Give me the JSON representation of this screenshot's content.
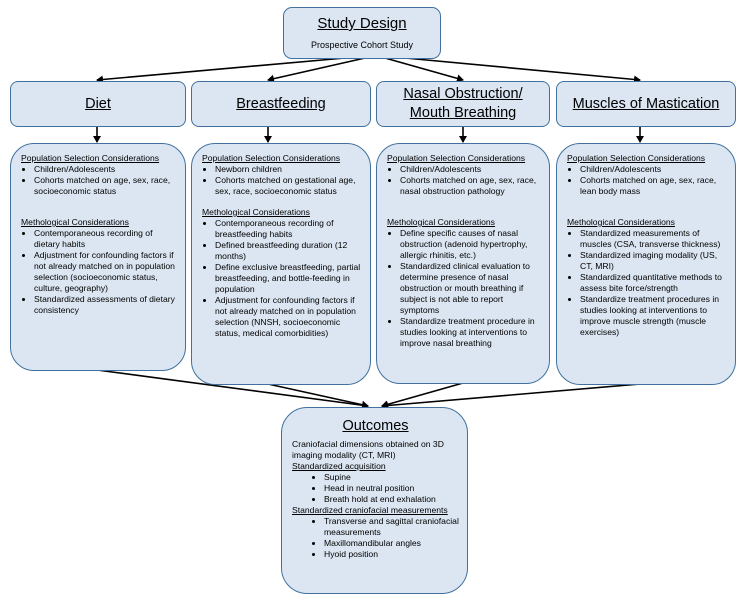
{
  "study_design": {
    "title": "Study Design",
    "subtitle": "Prospective Cohort  Study"
  },
  "headers": {
    "diet": "Diet",
    "breastfeeding": "Breastfeeding",
    "nasal": "Nasal Obstruction/\nMouth Breathing",
    "muscles": "Muscles of Mastication"
  },
  "diet": {
    "pop_title": "Population Selection Considerations",
    "pop_items": [
      "Children/Adolescents",
      "Cohorts matched on age, sex, race, socioeconomic status"
    ],
    "meth_title": "Methological Considerations",
    "meth_items": [
      "Contemporaneous recording of dietary habits",
      "Adjustment for confounding factors if not already matched on in population selection (socioeconomic status, culture, geography)",
      "Standardized assessments of dietary consistency"
    ]
  },
  "breastfeeding": {
    "pop_title": "Population Selection Considerations",
    "pop_items": [
      "Newborn children",
      "Cohorts matched on gestational age, sex, race, socioeconomic status"
    ],
    "meth_title": "Methological Considerations",
    "meth_items": [
      "Contemporaneous recording of breastfeeding habits",
      "Defined breastfeeding duration (12 months)",
      "Define exclusive breastfeeding, partial breastfeeding, and bottle-feeding in population",
      "Adjustment for confounding factors if not already matched on in population selection (NNSH, socioeconomic status, medical comorbidities)"
    ]
  },
  "nasal": {
    "pop_title": "Population Selection Considerations",
    "pop_items": [
      "Children/Adolescents",
      "Cohorts matched on age, sex, race, nasal obstruction pathology"
    ],
    "meth_title": "Methological Considerations",
    "meth_items": [
      "Define specific causes of nasal obstruction (adenoid hypertrophy, allergic rhinitis, etc.)",
      "Standardized clinical evaluation to determine presence of nasal obstruction or mouth breathing if subject is not able to report symptoms",
      "Standardize treatment procedure in studies looking at interventions to improve nasal breathing"
    ]
  },
  "muscles": {
    "pop_title": "Population Selection Considerations",
    "pop_items": [
      "Children/Adolescents",
      "Cohorts matched on age, sex, race, lean body mass"
    ],
    "meth_title": "Methological Considerations",
    "meth_items": [
      "Standardized measurements of muscles (CSA, transverse thickness)",
      "Standardized imaging modality (US, CT, MRI)",
      "Standardized quantitative methods to assess bite force/strength",
      "Standardize treatment procedures in studies looking at interventions to improve muscle strength (muscle exercises)"
    ]
  },
  "outcomes": {
    "title": "Outcomes",
    "intro": "Craniofacial dimensions obtained on 3D imaging modality (CT, MRI)",
    "acq_title": "Standardized acquisition",
    "acq_items": [
      "Supine",
      "Head in neutral position",
      "Breath hold at end exhalation"
    ],
    "meas_title": "Standardized craniofacial measurements",
    "meas_items": [
      "Transverse and sagittal craniofacial measurements",
      "Maxillomandibular angles",
      "Hyoid position"
    ]
  },
  "colors": {
    "box_fill": "#dce6f2",
    "box_border": "#41719c",
    "connector": "#000000"
  }
}
